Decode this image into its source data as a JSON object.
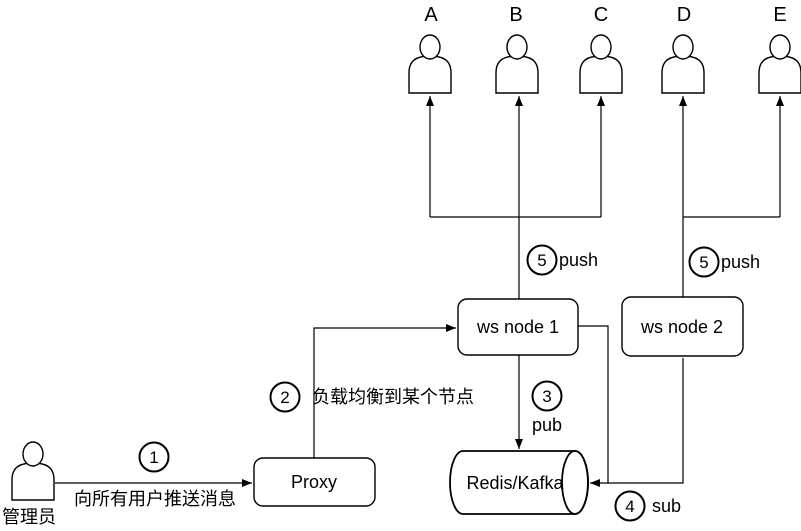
{
  "users": [
    {
      "label": "A"
    },
    {
      "label": "B"
    },
    {
      "label": "C"
    },
    {
      "label": "D"
    },
    {
      "label": "E"
    }
  ],
  "admin": {
    "label": "管理员"
  },
  "nodes": {
    "proxy": {
      "label": "Proxy"
    },
    "ws1": {
      "label": "ws node 1"
    },
    "ws2": {
      "label": "ws node 2"
    },
    "broker": {
      "label": "Redis/Kafka"
    }
  },
  "steps": {
    "s1": {
      "num": "1",
      "label": "向所有用户推送消息"
    },
    "s2": {
      "num": "2",
      "label": "负载均衡到某个节点"
    },
    "s3": {
      "num": "3",
      "label": "pub"
    },
    "s4": {
      "num": "4",
      "label": "sub"
    },
    "s5a": {
      "num": "5",
      "label": "push"
    },
    "s5b": {
      "num": "5",
      "label": "push"
    }
  },
  "colors": {
    "stroke": "#000000",
    "background": "#ffffff"
  }
}
